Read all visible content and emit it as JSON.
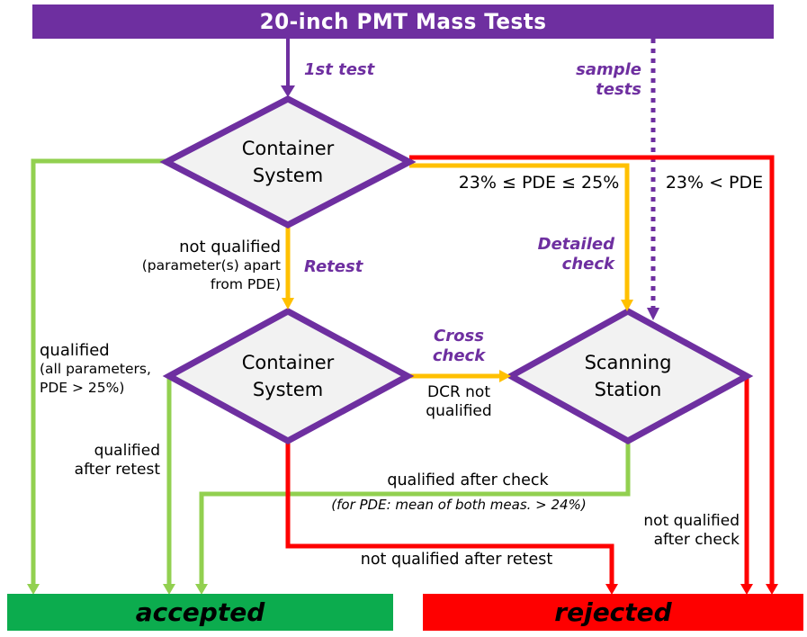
{
  "colors": {
    "purple": "#6e2fa0",
    "yellow": "#ffc000",
    "green_line": "#92d050",
    "green_box": "#0cac4e",
    "red": "#fe0000",
    "diamond_fill": "#f2f2f2",
    "banner_text": "#ffffff",
    "label_text": "#000000"
  },
  "banner": {
    "title": "20-inch PMT Mass Tests"
  },
  "nodes": {
    "container1": {
      "line1": "Container",
      "line2": "System"
    },
    "container2": {
      "line1": "Container",
      "line2": "System"
    },
    "scanning": {
      "line1": "Scanning",
      "line2": "Station"
    }
  },
  "edge_labels": {
    "first_test": "1st test",
    "sample_tests": "sample tests",
    "pde_range": "23% ≤ PDE ≤ 25%",
    "pde_above": "23% < PDE",
    "detailed_check_1": "Detailed",
    "detailed_check_2": "check",
    "not_qualified_1": "not qualified",
    "not_qualified_2": "(parameter(s) apart",
    "not_qualified_3": "from PDE)",
    "retest": "Retest",
    "qualified_1": "qualified",
    "qualified_2": "(all parameters,",
    "qualified_3": "PDE > 25%)",
    "qualified_after_retest_1": "qualified",
    "qualified_after_retest_2": "after retest",
    "cross_check_1": "Cross",
    "cross_check_2": "check",
    "dcr_1": "DCR not",
    "dcr_2": "qualified",
    "qualified_after_check": "qualified after check",
    "qualified_after_check_note": "(for PDE: mean of both meas. > 24%)",
    "not_qualified_after_retest": "not qualified after retest",
    "not_qualified_after_check_1": "not qualified",
    "not_qualified_after_check_2": "after check"
  },
  "outcomes": {
    "accepted": "accepted",
    "rejected": "rejected"
  }
}
